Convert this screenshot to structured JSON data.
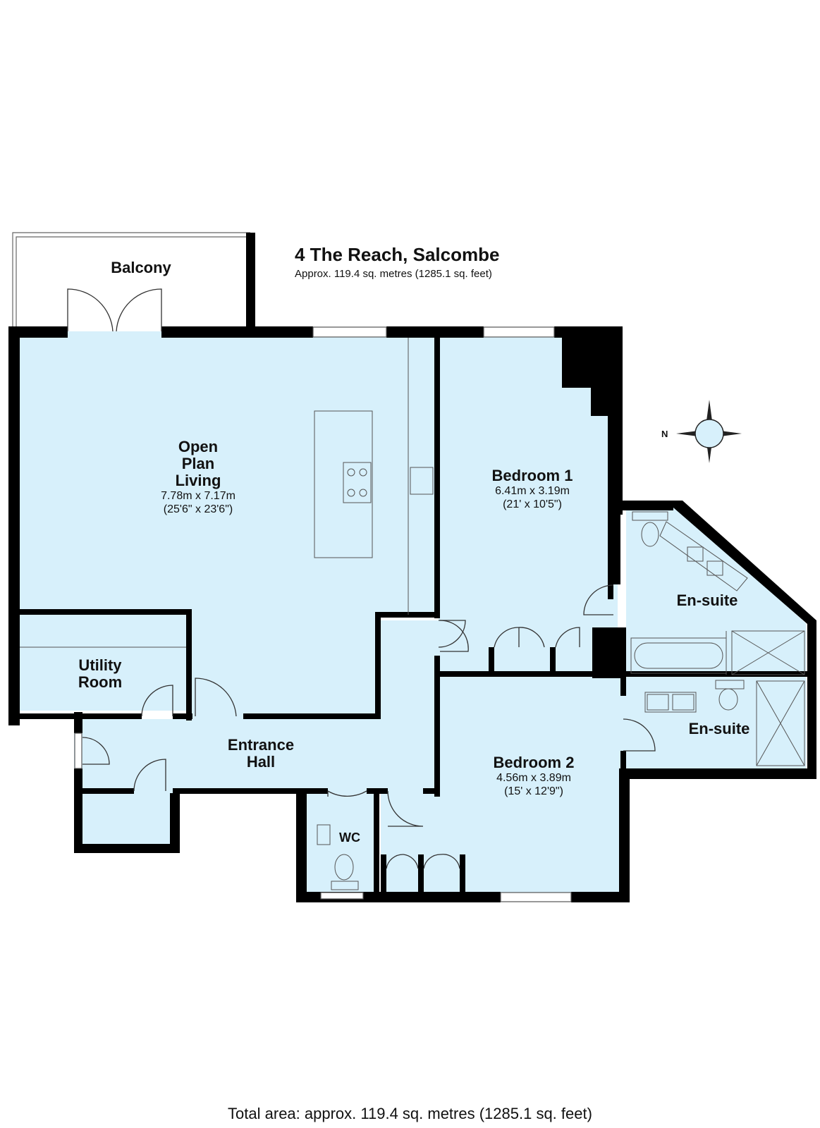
{
  "header": {
    "title": "4 The Reach, Salcombe",
    "subtitle": "Approx. 119.4 sq. metres (1285.1 sq. feet)"
  },
  "footer": {
    "total": "Total area: approx. 119.4 sq. metres (1285.1 sq. feet)"
  },
  "compass": {
    "north_label": "N"
  },
  "colors": {
    "room_fill": "#d7f0fb",
    "wall": "#000000",
    "line": "#555555"
  },
  "rooms": {
    "balcony": {
      "name": "Balcony"
    },
    "living": {
      "name_line1": "Open",
      "name_line2": "Plan",
      "name_line3": "Living",
      "dim_metric": "7.78m x 7.17m",
      "dim_imperial": "(25'6\" x 23'6\")"
    },
    "bedroom1": {
      "name": "Bedroom 1",
      "dim_metric": "6.41m x 3.19m",
      "dim_imperial": "(21' x 10'5\")"
    },
    "ensuite1": {
      "name": "En-suite"
    },
    "utility": {
      "name_line1": "Utility",
      "name_line2": "Room"
    },
    "hall": {
      "name_line1": "Entrance",
      "name_line2": "Hall"
    },
    "bedroom2": {
      "name": "Bedroom 2",
      "dim_metric": "4.56m x 3.89m",
      "dim_imperial": "(15' x 12'9\")"
    },
    "ensuite2": {
      "name": "En-suite"
    },
    "wc": {
      "name": "WC"
    }
  }
}
